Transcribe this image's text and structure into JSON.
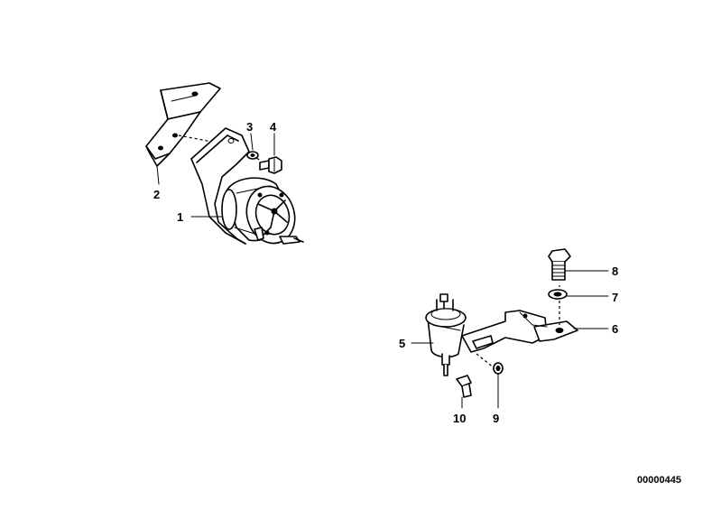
{
  "diagram": {
    "document_number": "00000445",
    "callouts": [
      {
        "id": "1",
        "label": "1"
      },
      {
        "id": "2",
        "label": "2"
      },
      {
        "id": "3",
        "label": "3"
      },
      {
        "id": "4",
        "label": "4"
      },
      {
        "id": "5",
        "label": "5"
      },
      {
        "id": "6",
        "label": "6"
      },
      {
        "id": "7",
        "label": "7"
      },
      {
        "id": "8",
        "label": "8"
      },
      {
        "id": "9",
        "label": "9"
      },
      {
        "id": "10",
        "label": "10"
      }
    ]
  }
}
